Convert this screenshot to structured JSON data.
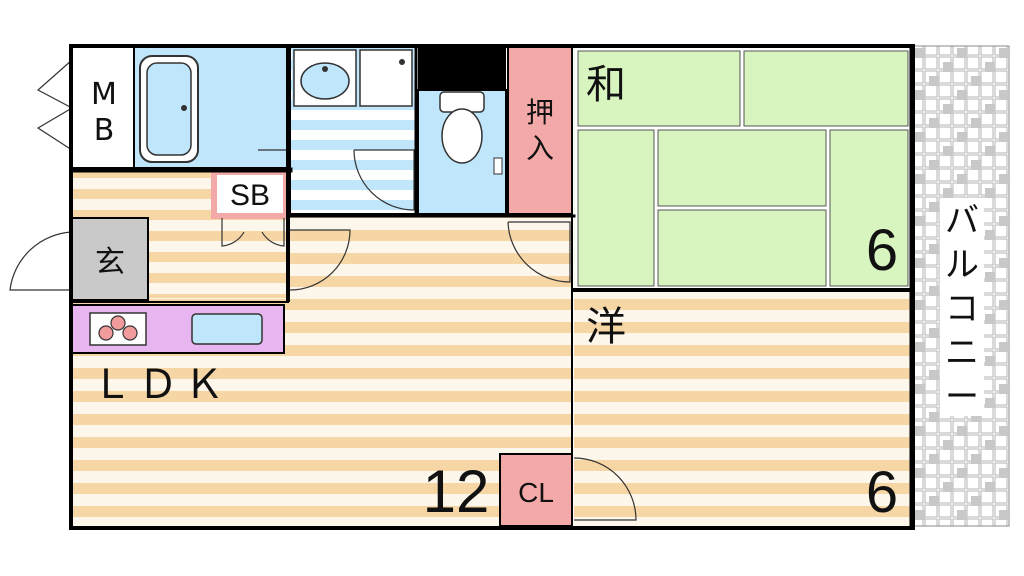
{
  "floorplan": {
    "rooms": {
      "mb": {
        "label_line1": "M",
        "label_line2": "B"
      },
      "sb": {
        "label": "SB"
      },
      "entrance": {
        "label": "玄"
      },
      "closet_japanese": {
        "label_line1": "押",
        "label_line2": "入"
      },
      "japanese_room": {
        "label": "和",
        "size": "6"
      },
      "western_room": {
        "label": "洋",
        "size": "6"
      },
      "ldk": {
        "label": "ＬＤＫ",
        "size": "12"
      },
      "cl": {
        "label": "CL"
      },
      "balcony": {
        "label_chars": [
          "バ",
          "ル",
          "コ",
          "ニ",
          "ー"
        ]
      }
    },
    "colors": {
      "wall": "#000000",
      "wood_stripe": "#f7d9a8",
      "wood_light": "#fdf6ea",
      "tatami": "#d8f5c0",
      "water": "#bfe6fb",
      "storage_pink": "#f4a9a9",
      "kitchen": "#e7b5ef",
      "entrance": "#c9c9c9",
      "balcony_grid": "#b4b4b4"
    }
  }
}
